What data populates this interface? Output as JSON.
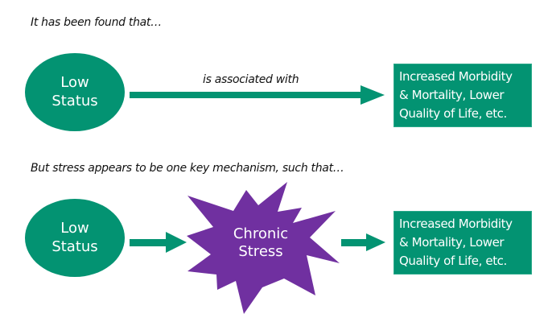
{
  "colors": {
    "green": "#039372",
    "purple": "#7030a0",
    "text": "#111111",
    "on_fill": "#ffffff"
  },
  "section1": {
    "caption": "It has been found that…",
    "source": {
      "line1": "Low",
      "line2": "Status"
    },
    "edge_label": "is associated with",
    "target": {
      "line1": "Increased Morbidity",
      "line2": "& Mortality, Lower",
      "line3": "Quality of Life, etc."
    }
  },
  "section2": {
    "caption": "But stress appears to be one key mechanism, such that…",
    "source": {
      "line1": "Low",
      "line2": "Status"
    },
    "mediator": {
      "line1": "Chronic",
      "line2": "Stress"
    },
    "target": {
      "line1": "Increased Morbidity",
      "line2": "& Mortality, Lower",
      "line3": "Quality of Life, etc."
    }
  }
}
